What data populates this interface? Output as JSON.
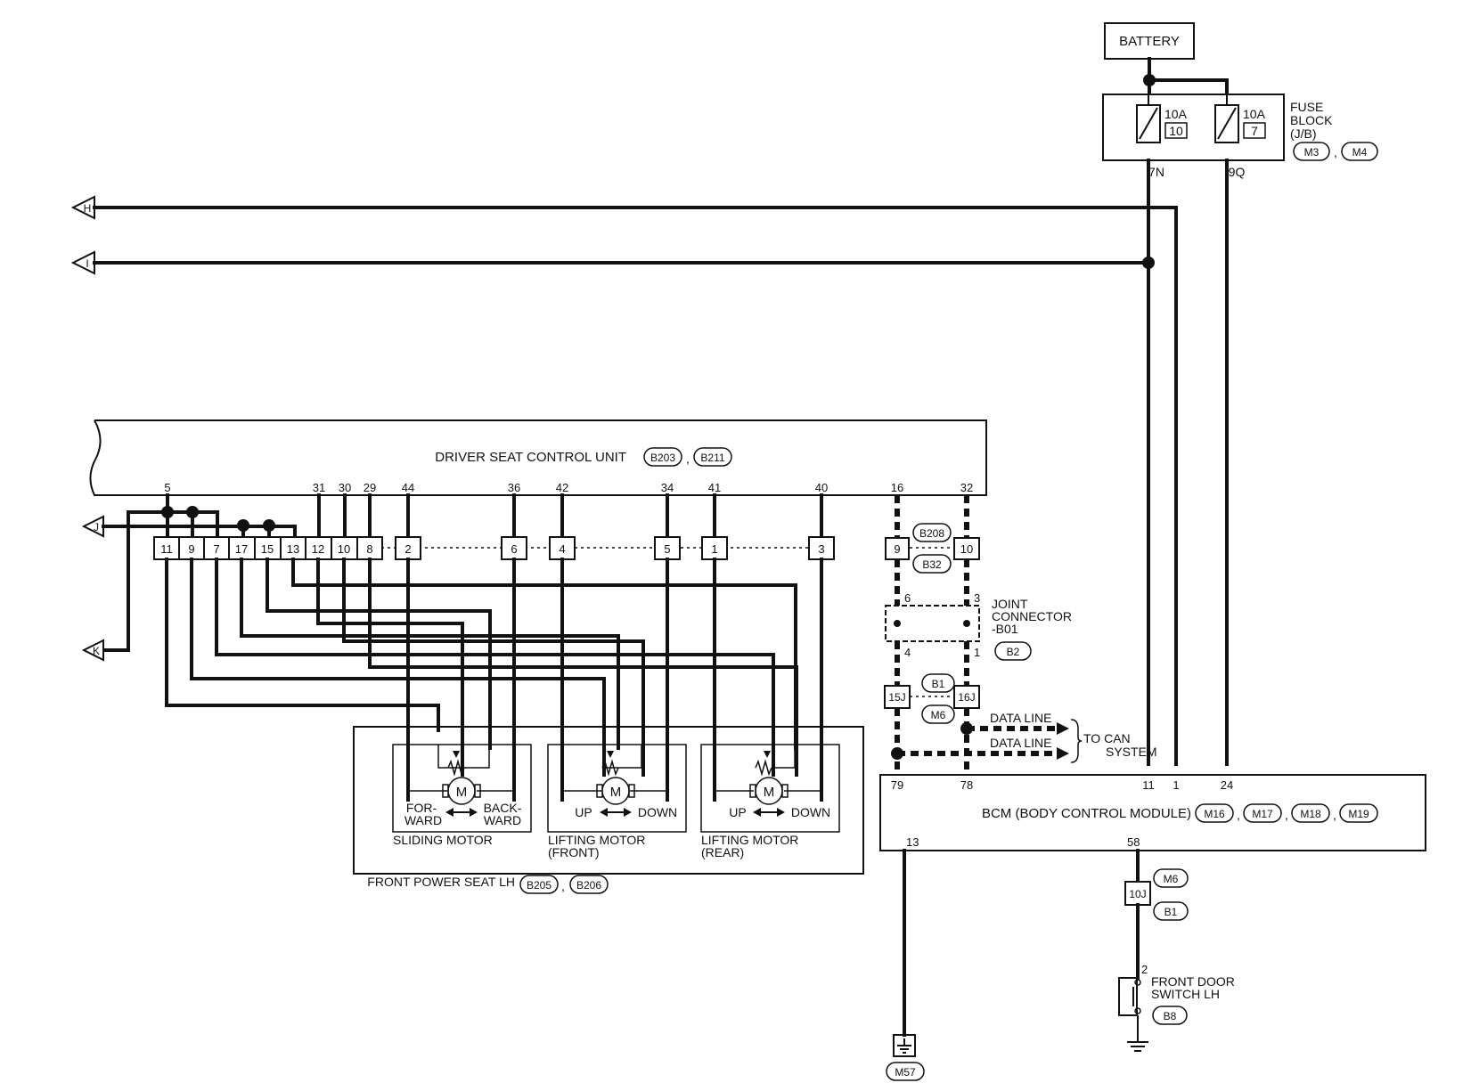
{
  "battery": "BATTERY",
  "fuse_block": {
    "label_lines": [
      "FUSE",
      "BLOCK",
      "(J/B)"
    ],
    "connectors": [
      "M3",
      "M4"
    ],
    "fuses": [
      {
        "rating": "10A",
        "number": "10",
        "terminal": "7N"
      },
      {
        "rating": "10A",
        "number": "7",
        "terminal": "9Q"
      }
    ]
  },
  "off_page": {
    "h": "H",
    "i": "I",
    "j": "J",
    "k": "K"
  },
  "driver_seat_control_unit": {
    "label": "DRIVER SEAT CONTROL UNIT",
    "connectors": [
      "B203",
      "B211"
    ],
    "pins": [
      "5",
      "31",
      "30",
      "29",
      "44",
      "36",
      "42",
      "34",
      "41",
      "40",
      "16",
      "32"
    ]
  },
  "seat_connector_pins": [
    "11",
    "9",
    "7",
    "17",
    "15",
    "13",
    "12",
    "10",
    "8",
    "2",
    "6",
    "4",
    "5",
    "1",
    "3"
  ],
  "inline_connector_1": {
    "upper": "B208",
    "lower": "B32",
    "pins": [
      "9",
      "10"
    ]
  },
  "joint_connector": {
    "label_lines": [
      "JOINT",
      "CONNECTOR",
      "-B01"
    ],
    "connector": "B2",
    "pins": [
      "6",
      "3",
      "4",
      "1"
    ]
  },
  "inline_connector_2": {
    "upper": "B1",
    "lower": "M6",
    "pins": [
      "15J",
      "16J"
    ]
  },
  "can": {
    "lines": [
      "DATA LINE",
      "DATA LINE"
    ],
    "to_lines": [
      "TO CAN",
      "SYSTEM"
    ]
  },
  "bcm": {
    "label": "BCM (BODY CONTROL MODULE)",
    "connectors": [
      "M16",
      "M17",
      "M18",
      "M19"
    ],
    "top_pins": [
      "79",
      "78",
      "11",
      "1",
      "24"
    ],
    "bottom_pins": [
      "13",
      "58"
    ]
  },
  "front_power_seat": {
    "label": "FRONT POWER SEAT LH",
    "connectors": [
      "B205",
      "B206"
    ],
    "motor_symbol": "M",
    "motors": [
      {
        "name": "SLIDING MOTOR",
        "name2": "",
        "left_lines": [
          "FOR-",
          "WARD"
        ],
        "right_lines": [
          "BACK-",
          "WARD"
        ]
      },
      {
        "name": "LIFTING MOTOR",
        "name2": "(FRONT)",
        "left_lines": [
          "UP"
        ],
        "right_lines": [
          "DOWN"
        ]
      },
      {
        "name": "LIFTING MOTOR",
        "name2": "(REAR)",
        "left_lines": [
          "UP"
        ],
        "right_lines": [
          "DOWN"
        ]
      }
    ]
  },
  "inline_connector_3": {
    "terminal": "10J",
    "upper": "M6",
    "lower": "B1"
  },
  "door_switch": {
    "label_lines": [
      "FRONT DOOR",
      "SWITCH LH"
    ],
    "connector": "B8",
    "pin": "2"
  },
  "ground": {
    "connector": "M57"
  }
}
